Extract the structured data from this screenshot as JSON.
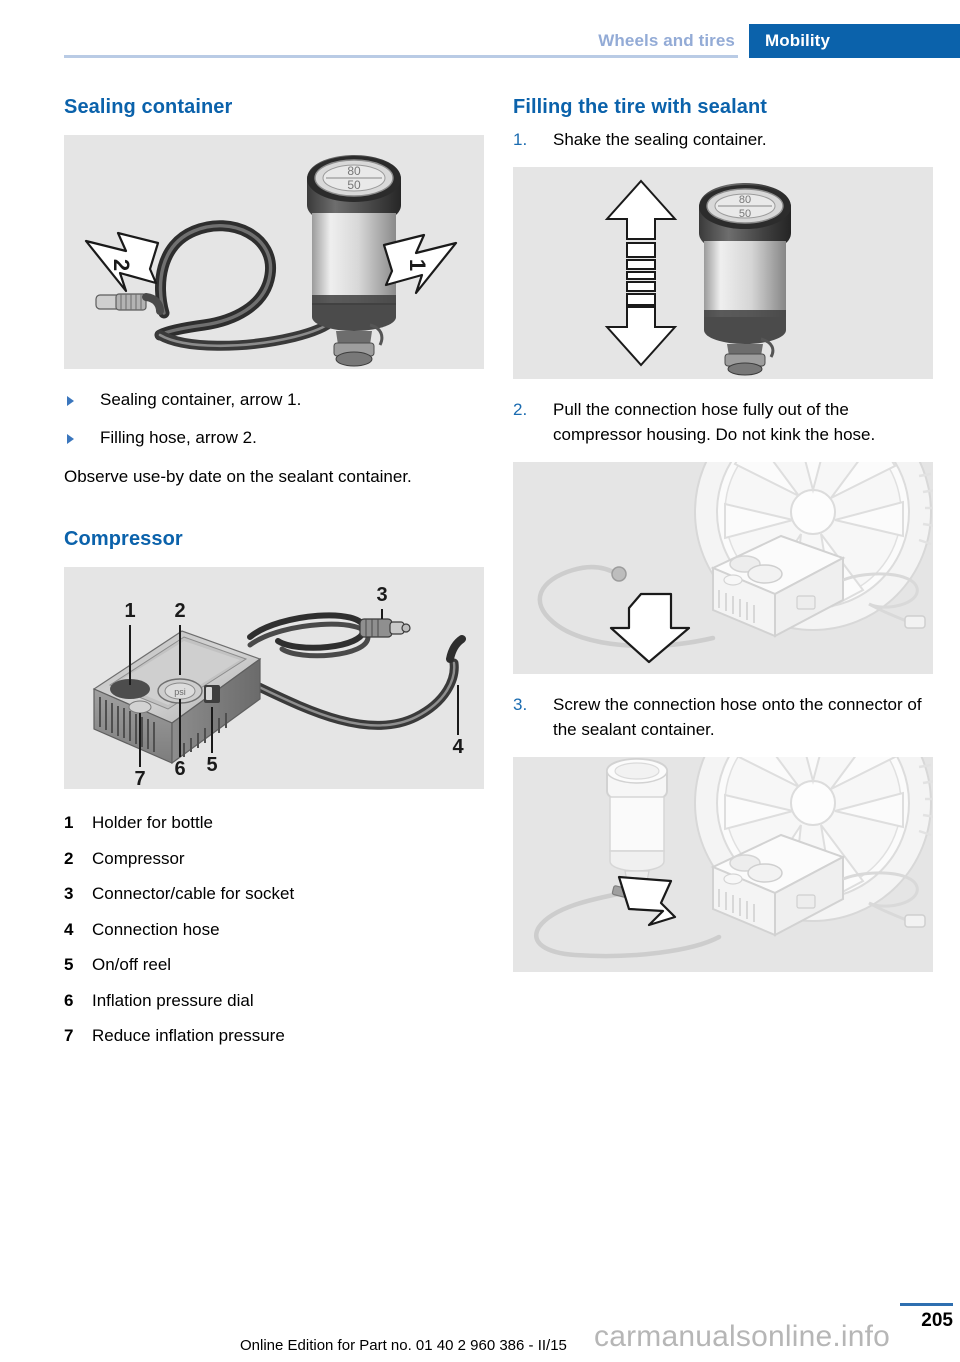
{
  "header": {
    "breadcrumb_inactive": "Wheels and tires",
    "breadcrumb_active": "Mobility",
    "active_color": "#0b62ab",
    "inactive_color": "#93abd6"
  },
  "left_column": {
    "sealing_container": {
      "title": "Sealing container",
      "figure_alt": "Sealing container bottle with filling hose, arrows 1 and 2",
      "figure_labels": [
        "1",
        "2"
      ],
      "cap_marking": "80 50",
      "bullets": [
        "Sealing container, arrow 1.",
        "Filling hose, arrow 2."
      ],
      "note": "Observe use-by date on the sealant container."
    },
    "compressor": {
      "title": "Compressor",
      "figure_alt": "Compressor unit with callouts 1 through 7",
      "callouts": [
        "1",
        "2",
        "3",
        "4",
        "5",
        "6",
        "7"
      ],
      "legend": [
        {
          "num": "1",
          "label": "Holder for bottle"
        },
        {
          "num": "2",
          "label": "Compressor"
        },
        {
          "num": "3",
          "label": "Connector/cable for socket"
        },
        {
          "num": "4",
          "label": "Connection hose"
        },
        {
          "num": "5",
          "label": "On/off reel"
        },
        {
          "num": "6",
          "label": "Inflation pressure dial"
        },
        {
          "num": "7",
          "label": "Reduce inflation pressure"
        }
      ]
    }
  },
  "right_column": {
    "title": "Filling the tire with sealant",
    "steps": [
      {
        "num": "1.",
        "text": "Shake the sealing container.",
        "figure_alt": "Sealing container with up-down shake arrow",
        "cap_marking": "80 50"
      },
      {
        "num": "2.",
        "text": "Pull the connection hose fully out of the compressor housing. Do not kink the hose.",
        "figure_alt": "Compressor beside wheel, arrow pointing to connection hose"
      },
      {
        "num": "3.",
        "text": "Screw the connection hose onto the connector of the sealant container.",
        "figure_alt": "Sealant container connected by hose to compressor beside wheel"
      }
    ]
  },
  "footer": {
    "edition_line": "Online Edition for Part no. 01 40 2 960 386 - II/15",
    "page_number": "205",
    "watermark": "carmanualsonline.info",
    "rule_color": "#2f6fb0"
  }
}
